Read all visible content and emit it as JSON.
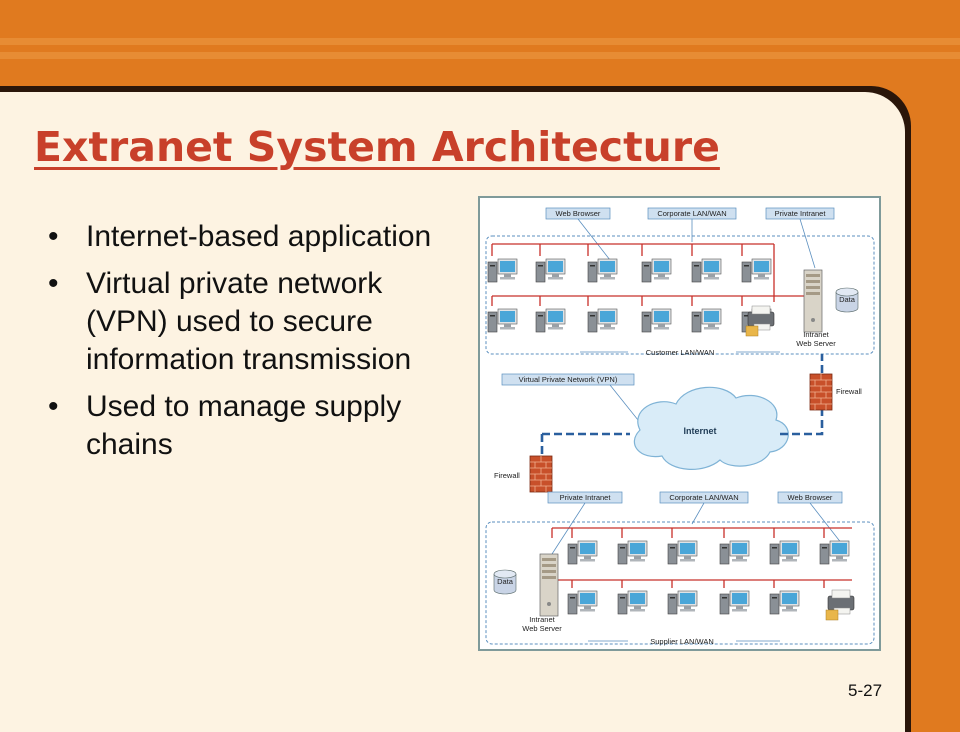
{
  "slide": {
    "title": "Extranet System Architecture",
    "page_number": "5-27",
    "bullets": [
      "Internet-based application",
      "Virtual private network (VPN) used to secure information transmission",
      "Used to manage supply chains"
    ]
  },
  "diagram": {
    "top": {
      "callouts": [
        "Web Browser",
        "Corporate LAN/WAN",
        "Private Intranet"
      ],
      "network_label": "Customer LAN/WAN",
      "data_label": "Data",
      "server_label": "Intranet\nWeb Server"
    },
    "middle": {
      "vpn_label": "Virtual Private Network (VPN)",
      "cloud_label": "Internet",
      "firewall_right": "Firewall",
      "firewall_left": "Firewall"
    },
    "bottom": {
      "callouts": [
        "Private Intranet",
        "Corporate LAN/WAN",
        "Web Browser"
      ],
      "network_label": "Supplier LAN/WAN",
      "data_label": "Data",
      "server_label": "Intranet\nWeb Server"
    },
    "colors": {
      "lan_line": "#c8302a",
      "vpn_line": "#2a5f9e",
      "firewall": "#c8502a",
      "panel_bg": "#fdf3e2",
      "accent_bg": "#e07a1f"
    }
  }
}
